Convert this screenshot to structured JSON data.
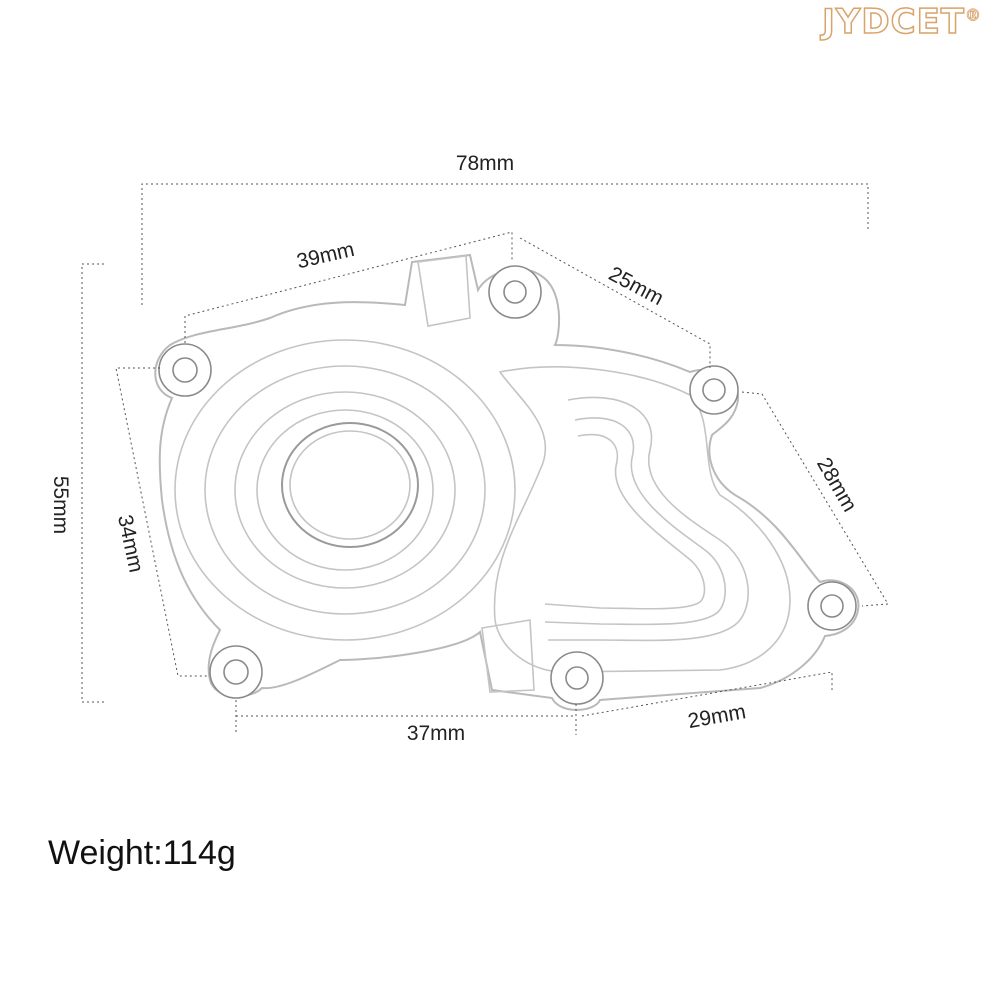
{
  "brand": {
    "name": "JYDCET",
    "mark": "®"
  },
  "dimensions": {
    "overall_width": "78mm",
    "overall_height": "55mm",
    "top_left_edge": "39mm",
    "top_right_edge": "25mm",
    "right_edge": "28mm",
    "left_edge": "34mm",
    "bottom_left": "37mm",
    "bottom_right": "29mm"
  },
  "weight": {
    "label": "Weight:",
    "value": "114g"
  },
  "colors": {
    "accent": "#d9a36a",
    "line": "#555555",
    "text": "#222222"
  }
}
